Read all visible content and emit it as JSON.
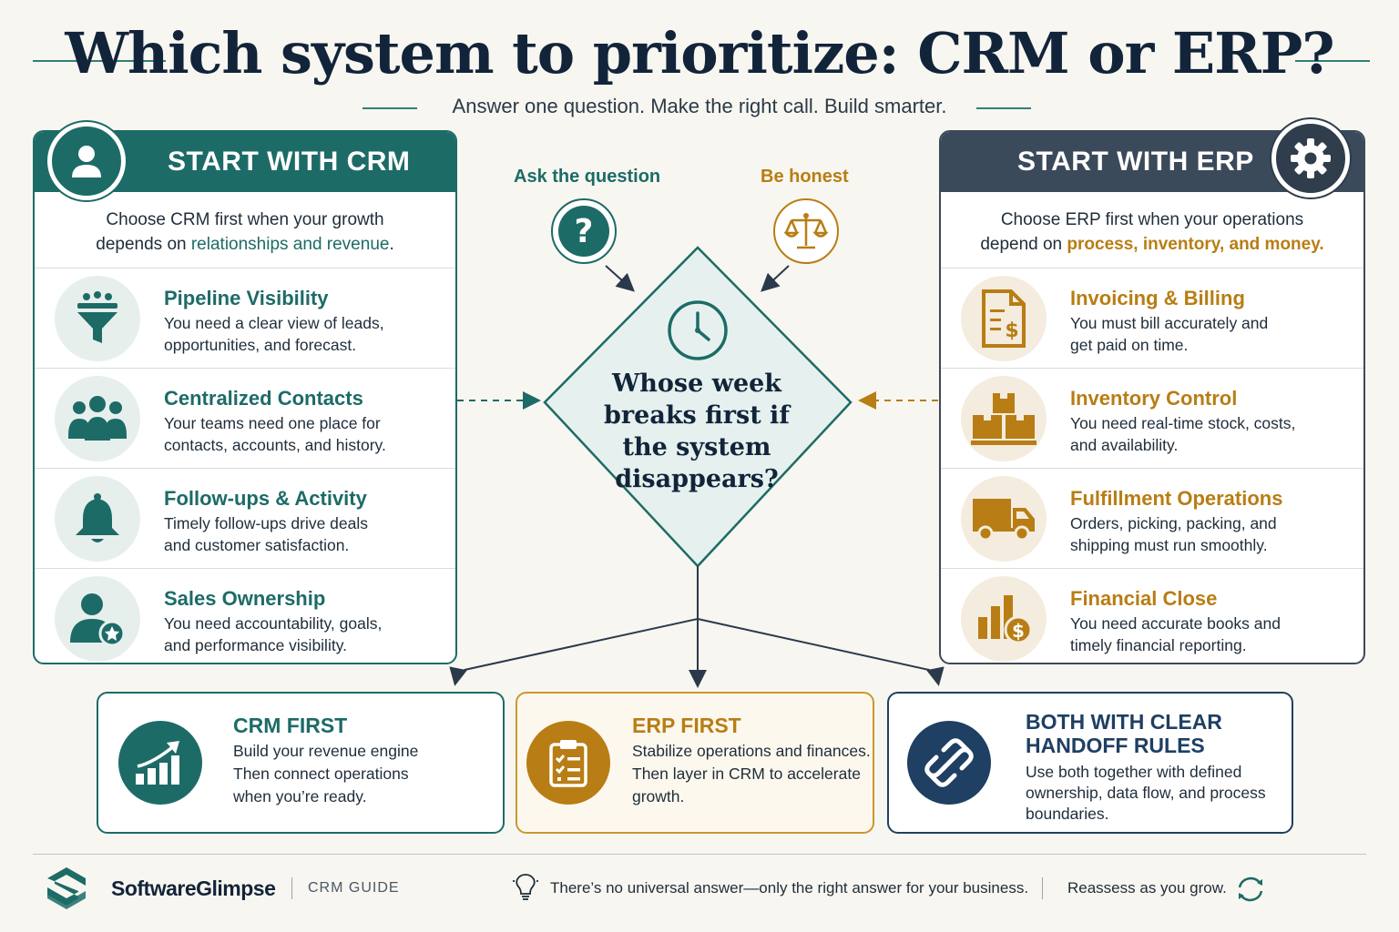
{
  "header": {
    "title": "Which system to prioritize: CRM or ERP?",
    "subtitle": "Answer one question. Make the right call. Build smarter."
  },
  "crm_panel": {
    "title": "START WITH CRM",
    "intro_prefix": "Choose CRM first when your growth",
    "intro_mid": "depends on ",
    "intro_highlight": "relationships and revenue",
    "intro_suffix": ".",
    "items": [
      {
        "title": "Pipeline Visibility",
        "line1": "You need a clear view of leads,",
        "line2": "opportunities, and forecast.",
        "icon": "funnel-icon"
      },
      {
        "title": "Centralized Contacts",
        "line1": "Your teams need one place for",
        "line2": "contacts, accounts, and history.",
        "icon": "people-icon"
      },
      {
        "title": "Follow-ups & Activity",
        "line1": "Timely follow-ups drive deals",
        "line2": "and customer satisfaction.",
        "icon": "bell-icon"
      },
      {
        "title": "Sales Ownership",
        "line1": "You need accountability, goals,",
        "line2": "and performance visibility.",
        "icon": "user-star-icon"
      }
    ]
  },
  "erp_panel": {
    "title": "START WITH ERP",
    "intro_prefix": "Choose ERP first when your operations",
    "intro_mid": "depend on ",
    "intro_highlight": "process, inventory, and money.",
    "items": [
      {
        "title": "Invoicing & Billing",
        "line1": "You must bill accurately and",
        "line2": "get paid on time.",
        "icon": "invoice-icon"
      },
      {
        "title": "Inventory Control",
        "line1": "You need real-time stock, costs,",
        "line2": "and availability.",
        "icon": "boxes-icon"
      },
      {
        "title": "Fulfillment Operations",
        "line1": "Orders, picking, packing, and",
        "line2": "shipping must run smoothly.",
        "icon": "truck-icon"
      },
      {
        "title": "Financial Close",
        "line1": "You need accurate books and",
        "line2": "timely financial reporting.",
        "icon": "finance-chart-icon"
      }
    ]
  },
  "center": {
    "ask_label": "Ask the question",
    "honest_label": "Be honest",
    "question_lines": [
      "Whose week",
      "breaks first if",
      "the system",
      "disappears?"
    ]
  },
  "outcomes": [
    {
      "title": "CRM FIRST",
      "lines": [
        "Build your revenue engine",
        "Then connect operations",
        "when you’re ready."
      ],
      "icon": "growth-chart-icon"
    },
    {
      "title": "ERP FIRST",
      "lines": [
        "Stabilize operations and finances.",
        "Then layer in CRM to accelerate",
        "growth."
      ],
      "icon": "clipboard-icon"
    },
    {
      "title_lines": [
        "BOTH WITH CLEAR",
        "HANDOFF RULES"
      ],
      "lines": [
        "Use both together with defined",
        "ownership, data flow, and process",
        "boundaries."
      ],
      "icon": "link-icon"
    }
  ],
  "footer": {
    "brand": "SoftwareGlimpse",
    "tag": "CRM GUIDE",
    "tip": "There’s no universal answer—only the right answer for your business.",
    "reassess": "Reassess as you grow."
  },
  "colors": {
    "crm_teal": "#1d6b67",
    "erp_gold": "#b87d14",
    "erp_slate": "#3b4a5a",
    "both_navy": "#1f3f63",
    "background": "#f8f6f0"
  }
}
